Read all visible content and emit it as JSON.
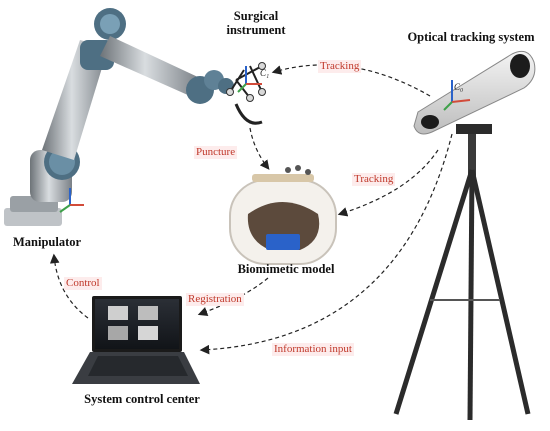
{
  "nodes": {
    "surgical_instrument": "Surgical\ninstrument",
    "optical_tracking_system": "Optical tracking system",
    "manipulator": "Manipulator",
    "biomimetic_model": "Biomimetic model",
    "system_control_center": "System control center"
  },
  "edges": {
    "tracking_instrument": "Tracking",
    "tracking_model": "Tracking",
    "puncture": "Puncture",
    "control": "Control",
    "registration": "Registration",
    "information_input": "Information input"
  },
  "frames": {
    "instrument_frame": "C₁",
    "camera_frame": "C₀"
  },
  "colors": {
    "edge_label_text": "#c0392b",
    "edge_label_bg": "#fdecec",
    "arrow": "#222222"
  }
}
